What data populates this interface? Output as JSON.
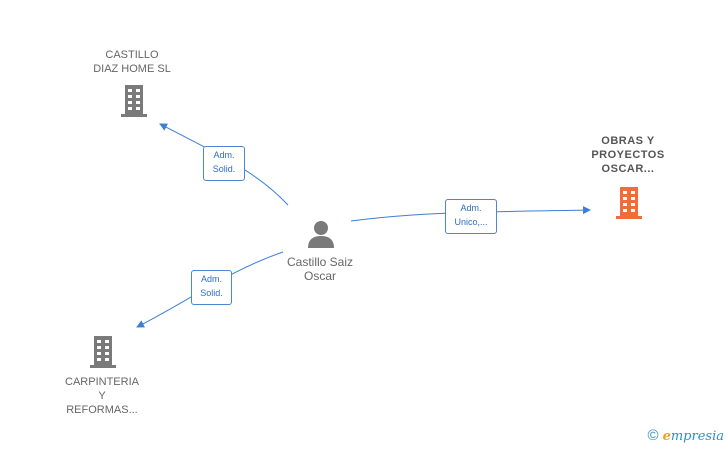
{
  "nodes": {
    "castillo_diaz": {
      "line1": "CASTILLO",
      "line2": "DIAZ HOME  SL"
    },
    "obras": {
      "line1": "OBRAS Y",
      "line2": "PROYECTOS",
      "line3": "OSCAR..."
    },
    "person": {
      "line1": "Castillo Saiz",
      "line2": "Oscar"
    },
    "carpinteria": {
      "line1": "CARPINTERIA",
      "line2": "Y",
      "line3": "REFORMAS..."
    }
  },
  "edges": {
    "to_castillo": {
      "line1": "Adm.",
      "line2": "Solid."
    },
    "to_obras": {
      "line1": "Adm.",
      "line2": "Unico,..."
    },
    "to_carpinteria": {
      "line1": "Adm.",
      "line2": "Solid."
    }
  },
  "colors": {
    "company": "#7a7a7a",
    "company_focus": "#f26b3a",
    "person": "#7a7a7a",
    "edge": "#3d7fd6"
  },
  "watermark": {
    "symbol": "©",
    "brand_initial": "e",
    "brand_rest": "mpresia"
  }
}
